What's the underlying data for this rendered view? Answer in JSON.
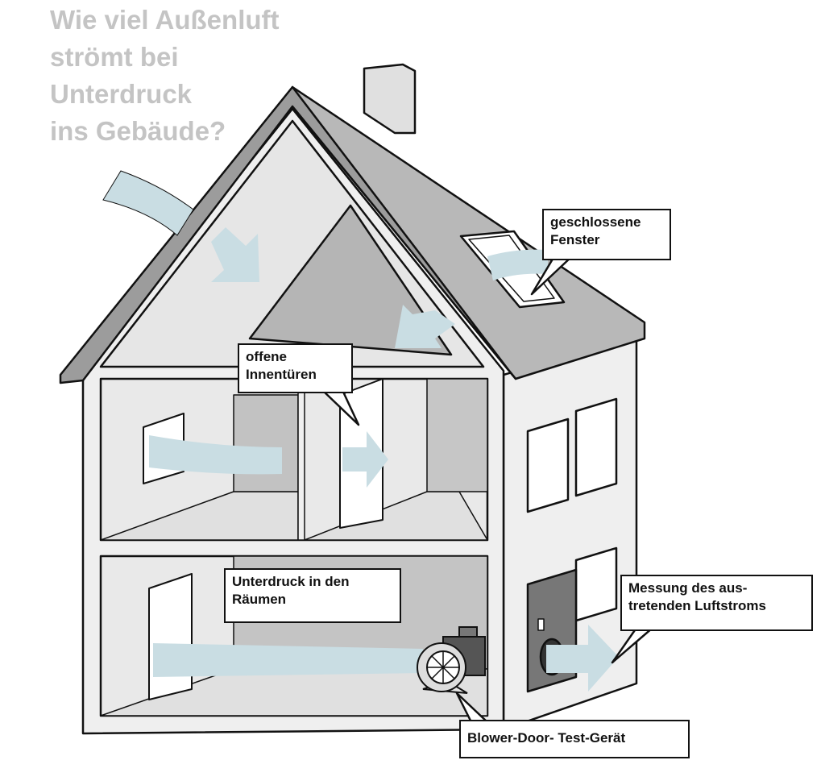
{
  "title": {
    "lines": [
      "Wie viel Außenluft",
      "strömt bei",
      "Unterdruck",
      "ins Gebäude?"
    ]
  },
  "callouts": {
    "closed_windows": [
      "geschlossene",
      "Fenster"
    ],
    "open_doors": [
      "offene",
      "Innentüren"
    ],
    "underpressure": [
      "Unterdruck in den",
      "Räumen"
    ],
    "measurement": [
      "Messung des aus-",
      "tretenden Luftstroms"
    ],
    "device": [
      "Blower-Door- Test-Gerät"
    ]
  },
  "colors": {
    "title": "#c4c4c4",
    "air_arrow": "#c9dde3",
    "wall": "#efefef",
    "roof": "#b5b5b5",
    "outline": "#111111"
  }
}
